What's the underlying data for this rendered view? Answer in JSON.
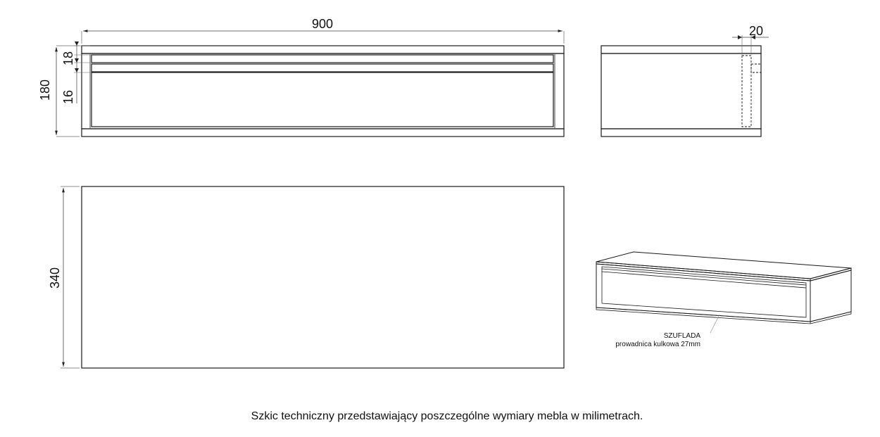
{
  "dimensions": {
    "width": "900",
    "height": "180",
    "top_panel": "18",
    "drawer_gap": "16",
    "side_thickness": "20",
    "depth": "340"
  },
  "annotation": {
    "line1": "SZUFLADA",
    "line2": "prowadnica kulkowa 27mm"
  },
  "caption": "Szkic techniczny przedstawiający poszczególne wymiary mebla w milimetrach.",
  "colors": {
    "line": "#1a1a1a",
    "dimension": "#555555",
    "background": "#ffffff"
  }
}
